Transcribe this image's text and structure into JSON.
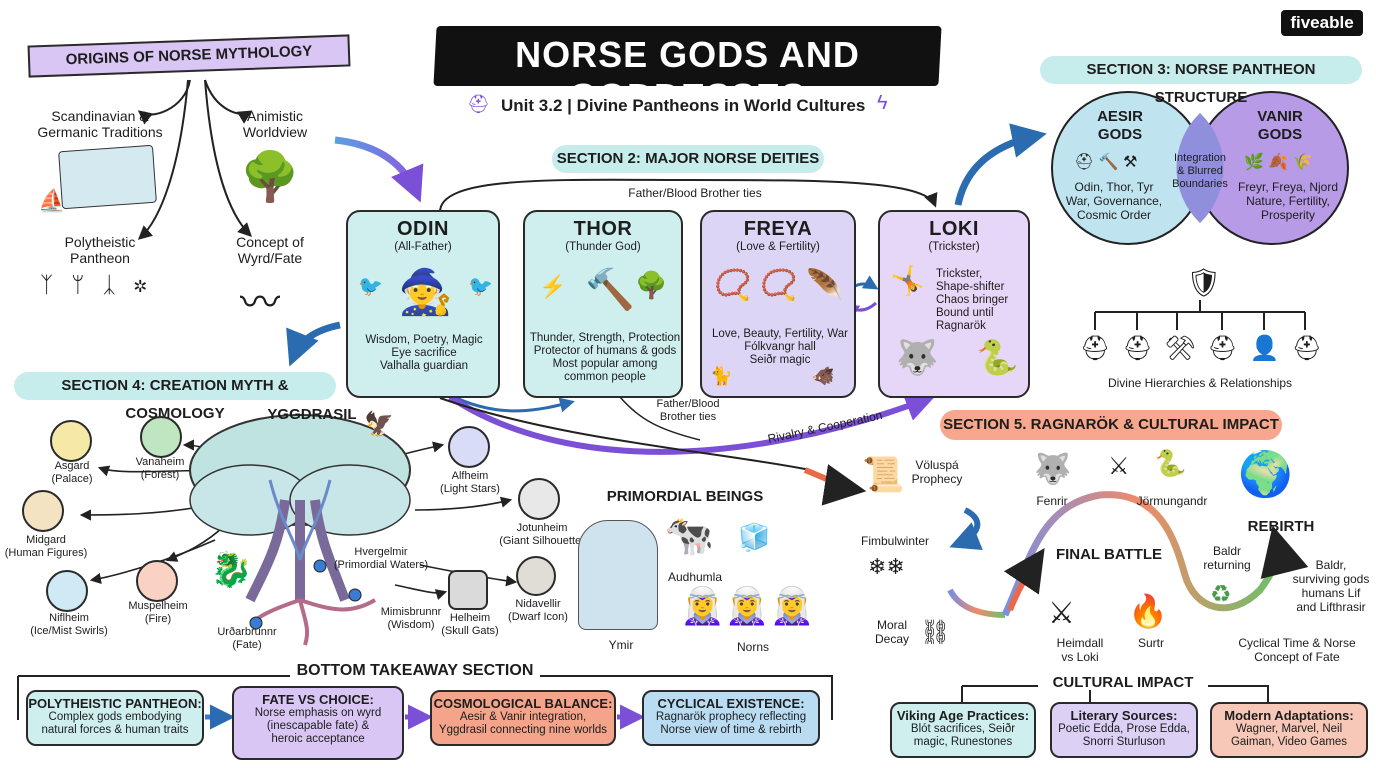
{
  "header": {
    "title": "NORSE GODS AND GODDESSES",
    "subtitle": "Unit 3.2 | Divine Pantheons in World Cultures",
    "brand": "fiveable"
  },
  "origins": {
    "title": "ORIGINS OF NORSE MYTHOLOGY",
    "items": [
      "Scandinavian & Germanic Traditions",
      "Animistic Worldview",
      "Polytheistic Pantheon",
      "Concept of Wyrd/Fate"
    ]
  },
  "section2": {
    "title": "SECTION 2: MAJOR NORSE DEITIES",
    "top_link": "Father/Blood Brother ties",
    "bottom_link": "Father/Blood Brother ties",
    "rivalry_label": "Rivalry & Cooperation",
    "deities": [
      {
        "name": "ODIN",
        "epithet": "(All-Father)",
        "desc": "Wisdom, Poetry, Magic\nEye sacrifice\nValhalla guardian",
        "color": "#cfeeee"
      },
      {
        "name": "THOR",
        "epithet": "(Thunder God)",
        "desc": "Thunder, Strength, Protection\nProtector of humans & gods\nMost popular among\ncommon people",
        "color": "#cfeeee"
      },
      {
        "name": "FREYA",
        "epithet": "(Love & Fertility)",
        "desc": "Love, Beauty, Fertility, War\nFólkvangr hall\nSeiðr magic",
        "color": "#dcd5f5"
      },
      {
        "name": "LOKI",
        "epithet": "(Trickster)",
        "desc": "Trickster,\nShape-shifter\nChaos bringer\nBound until\nRagnarök",
        "color": "#e6d6f7"
      }
    ]
  },
  "section3": {
    "title": "SECTION 3: NORSE PANTHEON STRUCTURE",
    "aesir": {
      "name": "AESIR\nGODS",
      "desc": "Odin, Thor, Tyr\nWar, Governance,\nCosmic Order"
    },
    "vanir": {
      "name": "VANIR\nGODS",
      "desc": "Freyr, Freya, Njord\nNature, Fertility,\nProsperity"
    },
    "overlap": "Integration\n& Blurred\nBoundaries",
    "hierarchy_label": "Divine Hierarchies & Relationships"
  },
  "section4": {
    "title": "SECTION 4: CREATION MYTH & COSMOLOGY",
    "tree": "YGGDRASIL",
    "realms": {
      "asgard": "Asgard\n(Palace)",
      "vanaheim": "Vanaheim\n(Forest)",
      "midgard": "Midgard\n(Human Figures)",
      "muspelheim": "Muspelheim\n(Fire)",
      "niflheim": "Niflheim\n(Ice/Mist Swirls)",
      "alfheim": "Alfheim\n(Light Stars)",
      "jotunheim": "Jotunheim\n(Giant Silhouette)",
      "nidavellir": "Nidavellir\n(Dwarf Icon)",
      "helheim": "Helheim\n(Skull Gats)"
    },
    "wells": {
      "hvergelmir": "Hvergelmir\n(Primordial Waters)",
      "mimisbrunnr": "Mimisbrunnr\n(Wisdom)",
      "urdarbrunnr": "Urðarbrunnr\n(Fate)"
    },
    "primordial": {
      "title": "PRIMORDIAL BEINGS",
      "ymir": "Ymir",
      "audhumla": "Audhumla",
      "norns": "Norns"
    }
  },
  "section5": {
    "title": "SECTION 5. RAGNARÖK & CULTURAL IMPACT",
    "voluspa": "Völuspá\nProphecy",
    "fenrir": "Fenrir",
    "jormungandr": "Jörmungandr",
    "rebirth": "REBIRTH",
    "fimbulwinter": "Fimbulwinter",
    "final_battle": "FINAL BATTLE",
    "baldr_returning": "Baldr\nreturning",
    "baldr_survivors": "Baldr,\nsurviving gods\nhumans Lif\nand Lifthrasir",
    "moral_decay": "Moral\nDecay",
    "heimdall": "Heimdall\nvs Loki",
    "surtr": "Surtr",
    "cyclical": "Cyclical Time & Norse\nConcept of Fate"
  },
  "cultural": {
    "title": "CULTURAL IMPACT",
    "boxes": [
      {
        "h": "Viking Age Practices:",
        "d": "Blót sacrifices, Seiðr\nmagic, Runestones",
        "color": "#cfeeee"
      },
      {
        "h": "Literary Sources:",
        "d": "Poetic Edda, Prose Edda,\nSnorri Sturluson",
        "color": "#dcd0f5"
      },
      {
        "h": "Modern Adaptations:",
        "d": "Wagner, Marvel, Neil\nGaiman, Video Games",
        "color": "#f7c7b8"
      }
    ]
  },
  "takeaway": {
    "title": "BOTTOM TAKEAWAY SECTION",
    "boxes": [
      {
        "h": "POLYTHEISTIC PANTHEON:",
        "d": "Complex gods embodying\nnatural forces & human traits",
        "color": "#cfeeee"
      },
      {
        "h": "FATE VS CHOICE:",
        "d": "Norse emphasis on wyrd\n(inescapable fate) &\nheroic acceptance",
        "color": "#d9c6f4"
      },
      {
        "h": "COSMOLOGICAL BALANCE:",
        "d": "Aesir & Vanir integration,\nYggdrasil connecting nine worlds",
        "color": "#f4a48a"
      },
      {
        "h": "CYCLICAL EXISTENCE:",
        "d": "Ragnarök prophecy reflecting\nNorse view of time & rebirth",
        "color": "#b9dcf2"
      }
    ]
  }
}
